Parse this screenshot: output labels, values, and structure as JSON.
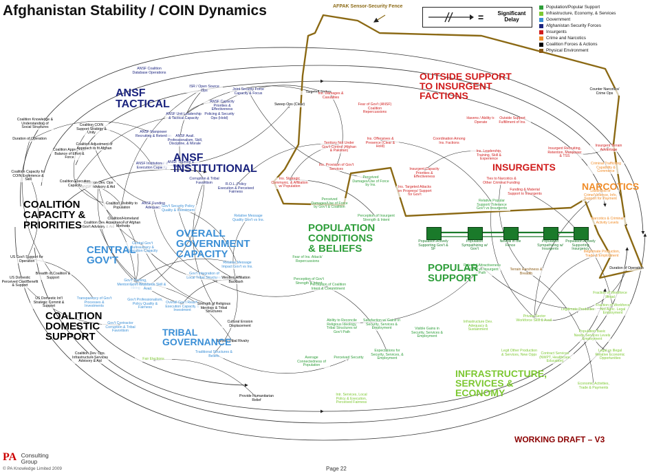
{
  "title": "Afghanistan Stability / COIN Dynamics",
  "fence_label": "AFPAK Sensor-Security Fence",
  "delay_legend": {
    "symbol": "//",
    "equals": "=",
    "label": "Significant Delay"
  },
  "legend": [
    {
      "label": "Population/Popular Support",
      "color": "#2e9e3a"
    },
    {
      "label": "Infrastructure, Economy, & Services",
      "color": "#7dc832"
    },
    {
      "label": "Government",
      "color": "#3b8fd6"
    },
    {
      "label": "Afghanistan Security Forces",
      "color": "#1a237e"
    },
    {
      "label": "Insurgents",
      "color": "#d01c1c"
    },
    {
      "label": "Crime and Narcotics",
      "color": "#f08c28"
    },
    {
      "label": "Coalition Forces & Actions",
      "color": "#000000"
    },
    {
      "label": "Physical Environment",
      "color": "#8b5a14"
    }
  ],
  "clusters": [
    {
      "lines": [
        "ANSF",
        "TACTICAL"
      ],
      "color": "#1a237e"
    },
    {
      "lines": [
        "ANSF",
        "INSTITUTIONAL"
      ],
      "color": "#1a237e"
    },
    {
      "lines": [
        "OUTSIDE SUPPORT",
        "TO INSURGENT",
        "FACTIONS"
      ],
      "color": "#d01c1c"
    },
    {
      "lines": [
        "INSURGENTS"
      ],
      "color": "#d01c1c"
    },
    {
      "lines": [
        "NARCOTICS"
      ],
      "color": "#f08c28"
    },
    {
      "lines": [
        "COALITION",
        "CAPACITY &",
        "PRIORITIES"
      ],
      "color": "#000000"
    },
    {
      "lines": [
        "OVERALL",
        "GOVERNMENT",
        "CAPACITY"
      ],
      "color": "#3b8fd6"
    },
    {
      "lines": [
        "CENTRAL",
        "GOV'T"
      ],
      "color": "#3b8fd6"
    },
    {
      "lines": [
        "POPULATION",
        "CONDITIONS",
        "& BELIEFS"
      ],
      "color": "#2e9e3a"
    },
    {
      "lines": [
        "POPULAR",
        "SUPPORT"
      ],
      "color": "#2e9e3a"
    },
    {
      "lines": [
        "COALITION",
        "DOMESTIC",
        "SUPPORT"
      ],
      "color": "#000000"
    },
    {
      "lines": [
        "TRIBAL",
        "GOVERNANCE"
      ],
      "color": "#3b8fd6"
    },
    {
      "lines": [
        "INFRASTRUCTURE,",
        "SERVICES &",
        "ECONOMY"
      ],
      "color": "#7dc832"
    }
  ],
  "nodes": [
    {
      "text": "ANSF Coalition Database Operations",
      "color": "#1a237e"
    },
    {
      "text": "ISR / Open Source Ops",
      "color": "#1a237e"
    },
    {
      "text": "Joint Security Force Capacity & Focus",
      "color": "#1a237e"
    },
    {
      "text": "Targeted Strikes",
      "color": "#000000"
    },
    {
      "text": "Sweep Ops (Clear)",
      "color": "#000000"
    },
    {
      "text": "Policing & Security Ops (Hold)",
      "color": "#1a237e"
    },
    {
      "text": "ANSF Capacity Priorities & Effectiveness",
      "color": "#1a237e"
    },
    {
      "text": "ANSF Unit Leadership & Tactical Capacity",
      "color": "#1a237e"
    },
    {
      "text": "ANSF Manpower Recruiting & Retention",
      "color": "#1a237e"
    },
    {
      "text": "ANSF Avail. Professionalism, Skill, Discipline, & Morale",
      "color": "#1a237e"
    },
    {
      "text": "ANSF Institutional & Execution Capacity",
      "color": "#1a237e"
    },
    {
      "text": "ANSF Training & Mentoring",
      "color": "#1a237e"
    },
    {
      "text": "Corruption & Tribal Favoritism",
      "color": "#1a237e"
    },
    {
      "text": "R.O.L. Policy Execution & Perceived Fairness",
      "color": "#1a237e"
    },
    {
      "text": "ANSF Funding Adequacy",
      "color": "#1a237e"
    },
    {
      "text": "Duration of Operation",
      "color": "#000000"
    },
    {
      "text": "Coalition Knowledge & Understanding of Social Structures",
      "color": "#000000"
    },
    {
      "text": "Coalition COIN Support Strategy & Unity",
      "color": "#000000"
    },
    {
      "text": "Coalition Appropriate Balance of Effort & Force",
      "color": "#000000"
    },
    {
      "text": "Coalition Adjustment of Approach to fit Afghan",
      "color": "#000000"
    },
    {
      "text": "Coalition Dev. Ops ANSF Advisory & Aid",
      "color": "#000000"
    },
    {
      "text": "Coalition Capacity for COIN Experience & Skill",
      "color": "#000000"
    },
    {
      "text": "Coalition Execution Capacity",
      "color": "#000000"
    },
    {
      "text": "Coalition Visibility to Population",
      "color": "#000000"
    },
    {
      "text": "Coalition Dev. Ops Gov't Advisory & Aid",
      "color": "#000000"
    },
    {
      "text": "Coalition/Homeland Acceptance of Afghan Methods",
      "color": "#000000"
    },
    {
      "text": "US Gov't Support for Operation",
      "color": "#000000"
    },
    {
      "text": "Breadth of Coalition & Support",
      "color": "#000000"
    },
    {
      "text": "US Domestic Perceived Cost/Benefit & Support",
      "color": "#000000"
    },
    {
      "text": "US Domestic Int'l Strategic Commit & Support",
      "color": "#000000"
    },
    {
      "text": "Coalition Dev. Ops. Infrastructure Services Advisory & Aid",
      "color": "#000000"
    },
    {
      "text": "Gov't Security Policy Quality & Investment",
      "color": "#3b8fd6"
    },
    {
      "text": "Relative Message Quality Gov't vs Ins.",
      "color": "#3b8fd6"
    },
    {
      "text": "Central Gov't Bureaucracy & Execution Capacity",
      "color": "#3b8fd6"
    },
    {
      "text": "Gov't Training, Mentoring, Vetting, and Hiring",
      "color": "#3b8fd6"
    },
    {
      "text": "Gov't Workforce Skill & Avail.",
      "color": "#3b8fd6"
    },
    {
      "text": "Transparency of Gov't Processes & Investments",
      "color": "#3b8fd6"
    },
    {
      "text": "Gov't Professionalism, Policy Quality & Fairness",
      "color": "#3b8fd6"
    },
    {
      "text": "Overall Gov't Reach, Execution Capacity & Investment",
      "color": "#3b8fd6"
    },
    {
      "text": "Gov't Contractor Corruption & Tribal Favoritism",
      "color": "#3b8fd6"
    },
    {
      "text": "Gov't Integration of Local Tribal Structures",
      "color": "#3b8fd6"
    },
    {
      "text": "Relative Message Impact Gov't vs Ins.",
      "color": "#3b8fd6"
    },
    {
      "text": "Western Affiliation Backlash",
      "color": "#000000"
    },
    {
      "text": "Strength of Religious Ideology & Tribal Structures",
      "color": "#000000"
    },
    {
      "text": "Cultural Erosion Displacement",
      "color": "#000000"
    },
    {
      "text": "Ethnic/Tribal Rivalry",
      "color": "#000000"
    },
    {
      "text": "Traditional Structures & Beliefs",
      "color": "#3b8fd6"
    },
    {
      "text": "Fair Elections",
      "color": "#7dc832"
    },
    {
      "text": "Perceived Damages/Use of Force by Gov't & Coalition",
      "color": "#2e9e3a"
    },
    {
      "text": "Perceived Damages/Use of Force by Ins.",
      "color": "#2e9e3a"
    },
    {
      "text": "Perception of Insurgent Strength & Intent",
      "color": "#2e9e3a"
    },
    {
      "text": "Fear of Ins. Attack/ Repercussions",
      "color": "#2e9e3a"
    },
    {
      "text": "Perception of Gov't Strength & Intent",
      "color": "#2e9e3a"
    },
    {
      "text": "Perception of Coalition Intent & Commitment",
      "color": "#2e9e3a"
    },
    {
      "text": "Ability to Reconcile Religious Ideology, Tribal Structures w/ Gov't Path",
      "color": "#2e9e3a"
    },
    {
      "text": "Average Connectedness of Population",
      "color": "#2e9e3a"
    },
    {
      "text": "Perceived Security",
      "color": "#2e9e3a"
    },
    {
      "text": "Satisfaction w/ Gains in Security, Services & Employment",
      "color": "#2e9e3a"
    },
    {
      "text": "Expectations for Security, Services, & Employment",
      "color": "#2e9e3a"
    },
    {
      "text": "Visible Gains in Security, Services & Employment",
      "color": "#2e9e3a"
    },
    {
      "text": "Intr. Services, Local Policy & Execution, Perceived Fairness",
      "color": "#7dc832"
    },
    {
      "text": "Provide Humanitarian Relief",
      "color": "#000000"
    },
    {
      "text": "Ins. Damages & Casualties",
      "color": "#d01c1c"
    },
    {
      "text": "Fear of Gov't (ANSF) Coalition Repercussions",
      "color": "#d01c1c"
    },
    {
      "text": "Territory Not Under Gov't Control (Afghan & Pakistan)",
      "color": "#d01c1c"
    },
    {
      "text": "Ins. Offensives & Presence (Clear & Hold)",
      "color": "#d01c1c"
    },
    {
      "text": "Havens / Ability to Operate",
      "color": "#d01c1c"
    },
    {
      "text": "Outside Support Fulfillment of Ins.",
      "color": "#d01c1c"
    },
    {
      "text": "Coordination Among Ins. Factions",
      "color": "#d01c1c"
    },
    {
      "text": "Ins. Leadership, Training, Skill & Experience",
      "color": "#d01c1c"
    },
    {
      "text": "Insurgent Recruiting, Retention, Manpower & TSS",
      "color": "#d01c1c"
    },
    {
      "text": "Insurgent Terrain Advantage",
      "color": "#d01c1c"
    },
    {
      "text": "Ins. Provision of Gov't Services",
      "color": "#d01c1c"
    },
    {
      "text": "Insurgent Capacity Priorities & Effectiveness",
      "color": "#d01c1c"
    },
    {
      "text": "Ties to Narcotics & Other Criminal Funding",
      "color": "#d01c1c"
    },
    {
      "text": "Funding & Material Support to Insurgents",
      "color": "#d01c1c"
    },
    {
      "text": "Ins. Strategic Communic. & Affiliation w/ Population",
      "color": "#d01c1c"
    },
    {
      "text": "Ins. Targeted Attacks on Progress/ Support for Gov't",
      "color": "#d01c1c"
    },
    {
      "text": "Criminal Trafficking Capability & Commerce",
      "color": "#f08c28"
    },
    {
      "text": "Likelihood of Crime/Violence, Info, Support for Payment",
      "color": "#f08c28"
    },
    {
      "text": "Narcotics & Criminal Activity Levels",
      "color": "#f08c28"
    },
    {
      "text": "Illegitimate Production, Trade & Employment",
      "color": "#f08c28"
    },
    {
      "text": "Counter Narcotics/ Crime Ops",
      "color": "#000000"
    },
    {
      "text": "Relative Popular Support/ Tolerance Gov't vs Insurgents",
      "color": "#2e9e3a"
    },
    {
      "text": "Potential Attractiveness of Gov't vs Insurgent Path",
      "color": "#2e9e3a"
    },
    {
      "text": "Terrain Harshness & Breadth",
      "color": "#8b5a14"
    },
    {
      "text": "Infrastructure Dev. Adequacy & Sustainment",
      "color": "#7dc832"
    },
    {
      "text": "Private Sector Workforce Skill & Avail.",
      "color": "#7dc832"
    },
    {
      "text": "Legitimate Production",
      "color": "#7dc832"
    },
    {
      "text": "Legit Other Production & Services, New Opps",
      "color": "#7dc832"
    },
    {
      "text": "Contract Services (NWPT, Healthcare, Education)",
      "color": "#7dc832"
    },
    {
      "text": "Population Basic Needs Services Levels Employment",
      "color": "#7dc832"
    },
    {
      "text": "Fraction of Workforce Illegal",
      "color": "#7dc832"
    },
    {
      "text": "Fraction of Workforce Not Agric. Legal Employment",
      "color": "#7dc832"
    },
    {
      "text": "Legal vs Illegal Relative Economic Opportunities",
      "color": "#7dc832"
    },
    {
      "text": "Economic Activities, Trade & Payments",
      "color": "#7dc832"
    },
    {
      "text": "Duration of Operation",
      "color": "#000000"
    }
  ],
  "popular_support_chain": [
    "Population Actively Supporting Gov't & SF",
    "Population Sympathizing w/ Gov't",
    "Neutral in the Fence",
    "Population Sympathizing w/ Insurgents",
    "Population Actively Supporting Insurgency"
  ],
  "footer": {
    "working_draft": "WORKING DRAFT – V3",
    "logo_mark": "PA",
    "logo_name_1": "Consulting",
    "logo_name_2": "Group",
    "copyright": "© PA Knowledge Limited 2009",
    "page": "Page 22"
  }
}
